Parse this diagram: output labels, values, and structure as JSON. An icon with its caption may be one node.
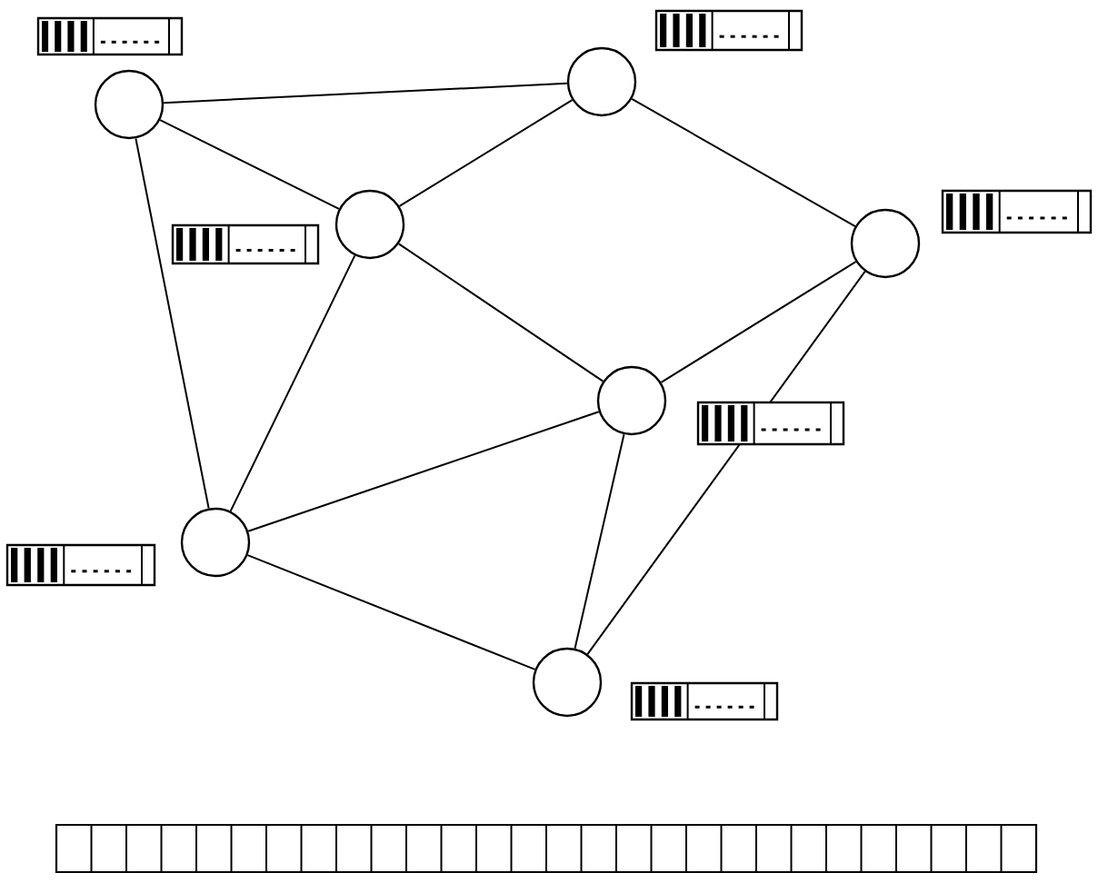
{
  "diagram": {
    "nodes": [
      {
        "text": [],
        "shape": "circle"
      },
      {
        "text": [],
        "shape": "circle"
      },
      {
        "text": [],
        "shape": "circle"
      },
      {
        "text": [],
        "shape": "circle"
      },
      {
        "text": [],
        "shape": "circle"
      },
      {
        "text": [],
        "shape": "circle"
      },
      {
        "text": [],
        "shape": "circle"
      }
    ],
    "edges": [
      {
        "from": 0,
        "to": 1,
        "arrow": "none"
      },
      {
        "from": 0,
        "to": 2,
        "arrow": "none"
      },
      {
        "from": 0,
        "to": 5,
        "arrow": "none"
      },
      {
        "from": 1,
        "to": 2,
        "arrow": "none"
      },
      {
        "from": 1,
        "to": 3,
        "arrow": "none"
      },
      {
        "from": 2,
        "to": 4,
        "arrow": "none"
      },
      {
        "from": 2,
        "to": 5,
        "arrow": "none"
      },
      {
        "from": 3,
        "to": 4,
        "arrow": "none"
      },
      {
        "from": 3,
        "to": 6,
        "arrow": "none"
      },
      {
        "from": 4,
        "to": 5,
        "arrow": "none"
      },
      {
        "from": 4,
        "to": 6,
        "arrow": "none"
      },
      {
        "from": 5,
        "to": 6,
        "arrow": "none"
      }
    ]
  }
}
